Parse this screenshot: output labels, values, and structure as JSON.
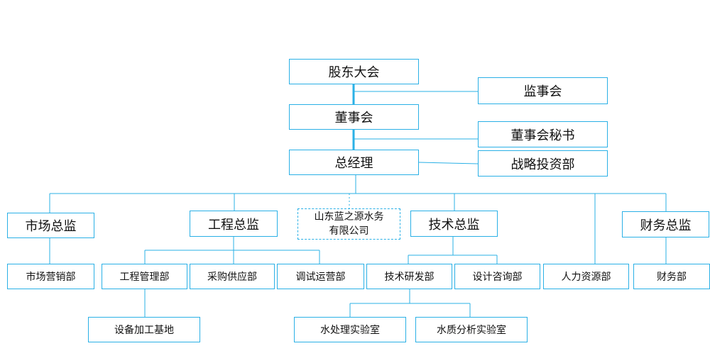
{
  "diagram": {
    "nodes": {
      "gudong": "股东大会",
      "jianshi": "监事会",
      "dongshi": "董事会",
      "mishu": "董事会秘书",
      "zongjl": "总经理",
      "zhanlue": "战略投资部",
      "shichangzj": "市场总监",
      "gongchengzj": "工程总监",
      "lanzhiyuan_line1": "山东蓝之源水务",
      "lanzhiyuan_line2": "有限公司",
      "jishuzj": "技术总监",
      "caiwuzj": "财务总监",
      "shichangyx": "市场营销部",
      "gongchenggl": "工程管理部",
      "caigou": "采购供应部",
      "tiaoshi": "调试运营部",
      "jishuyf": "技术研发部",
      "sheji": "设计咨询部",
      "renli": "人力资源部",
      "caiwubu": "财务部",
      "shebei": "设备加工基地",
      "shuichuli": "水处理实验室",
      "shuizhi": "水质分析实验室"
    },
    "colors": {
      "border": "#2ab0e6",
      "line": "#2ab0e6",
      "text": "#111111"
    },
    "edges": [
      [
        "gudong",
        "dongshi"
      ],
      [
        "gudong",
        "jianshi"
      ],
      [
        "dongshi",
        "zongjl"
      ],
      [
        "dongshi",
        "mishu"
      ],
      [
        "zongjl",
        "zhanlue"
      ],
      [
        "zongjl",
        "shichangzj"
      ],
      [
        "zongjl",
        "gongchengzj"
      ],
      [
        "zongjl",
        "lanzhiyuan",
        "dashed"
      ],
      [
        "zongjl",
        "jishuzj"
      ],
      [
        "zongjl",
        "renli"
      ],
      [
        "zongjl",
        "caiwuzj"
      ],
      [
        "shichangzj",
        "shichangyx"
      ],
      [
        "gongchengzj",
        "gongchenggl"
      ],
      [
        "gongchengzj",
        "caigou"
      ],
      [
        "gongchengzj",
        "tiaoshi"
      ],
      [
        "jishuzj",
        "jishuyf"
      ],
      [
        "jishuzj",
        "sheji"
      ],
      [
        "caiwuzj",
        "caiwubu"
      ],
      [
        "gongchenggl",
        "shebei"
      ],
      [
        "jishuyf",
        "shuichuli"
      ],
      [
        "jishuyf",
        "shuizhi"
      ]
    ]
  }
}
